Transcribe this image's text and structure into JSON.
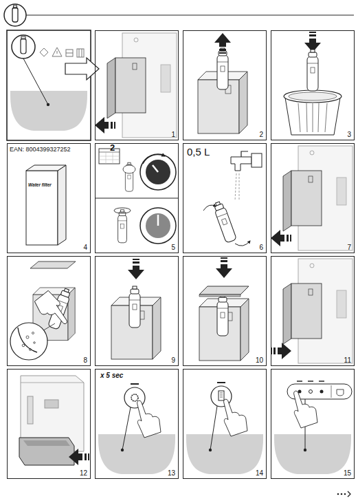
{
  "diagram": {
    "nodes": [
      {
        "text": [
          "1"
        ]
      },
      {
        "text": [
          "2"
        ]
      },
      {
        "text": [
          "3"
        ]
      },
      {
        "text": [
          "4"
        ]
      },
      {
        "text": [
          "5"
        ]
      },
      {
        "text": [
          "6"
        ]
      },
      {
        "text": [
          "7"
        ]
      },
      {
        "text": [
          "8"
        ]
      },
      {
        "text": [
          "9"
        ]
      },
      {
        "text": [
          "10"
        ]
      },
      {
        "text": [
          "11"
        ]
      },
      {
        "text": [
          "12"
        ]
      },
      {
        "text": [
          "13"
        ]
      },
      {
        "text": [
          "14"
        ]
      },
      {
        "text": [
          "15"
        ]
      }
    ],
    "labels": [
      "EAN: 8004399327252",
      "Water filter",
      "2",
      "0,5 L",
      "x 5 sec"
    ]
  }
}
